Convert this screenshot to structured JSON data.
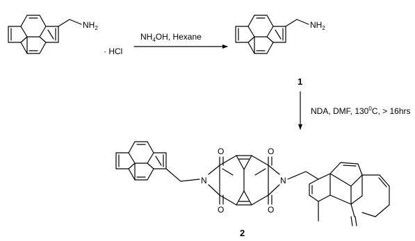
{
  "diagram": {
    "type": "reaction-scheme",
    "starting_material": {
      "amine_group": {
        "symbol": "NH",
        "subscript": "2"
      },
      "salt": "· HCl"
    },
    "step1": {
      "reagent_prefix": "NH",
      "reagent_subscript": "4",
      "reagent_suffix": "OH, Hexane"
    },
    "product1": {
      "amine_group": {
        "symbol": "NH",
        "subscript": "2"
      },
      "label": "1"
    },
    "step2": {
      "conditions_prefix": "NDA, DMF, 130",
      "conditions_superscript": "0",
      "conditions_suffix": "C, > 16hrs"
    },
    "product2": {
      "atoms": {
        "oxygen": "O",
        "nitrogen": "N"
      },
      "label": "2"
    },
    "colors": {
      "ink": "#000000",
      "background": "#ffffff"
    }
  }
}
